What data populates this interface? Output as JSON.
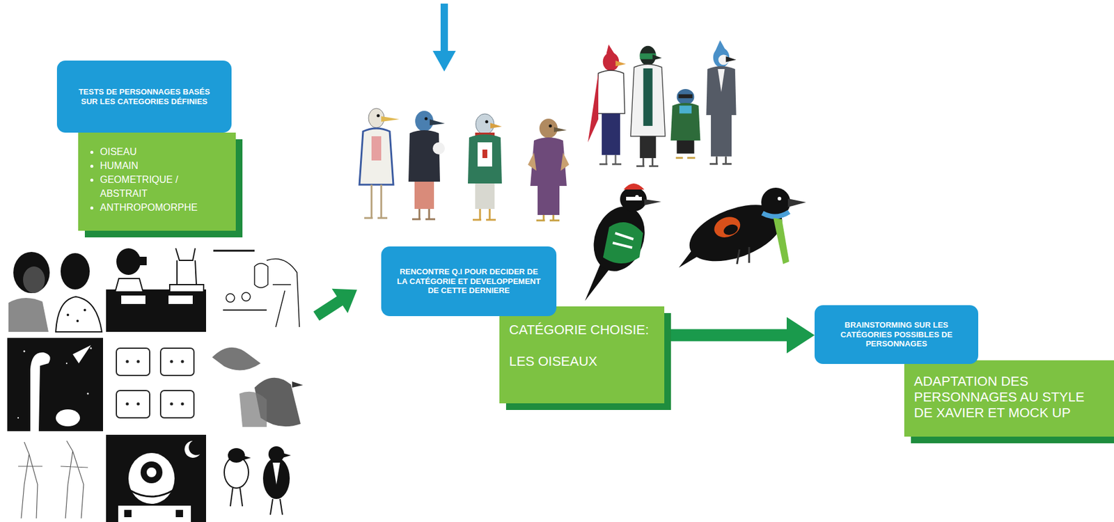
{
  "diagram": {
    "nodes": [
      {
        "text": [
          "TESTS DE PERSONNAGES BASÉS SUR LES CATEGORIES DÉFINIES"
        ]
      },
      {
        "text": [
          "OISEAU",
          "HUMAIN",
          "GEOMETRIQUE / ABSTRAIT",
          "ANTHROPOMORPHE"
        ]
      },
      {
        "text": [
          "RENCONTRE Q.I POUR DECIDER DE LA CATÉGORIE ET DEVELOPPEMENT DE CETTE DERNIERE"
        ]
      },
      {
        "text": [
          "CATÉGORIE CHOISIE:",
          "LES OISEAUX"
        ]
      },
      {
        "text": [
          "BRAINSTORMING SUR LES CATÉGORIES POSSIBLES DE PERSONNAGES"
        ]
      },
      {
        "text": [
          "ADAPTATION DES PERSONNAGES AU STYLE DE XAVIER ET MOCK UP"
        ]
      }
    ],
    "edges": [
      {
        "from": 3,
        "to": 4,
        "arrow": "to"
      }
    ]
  }
}
